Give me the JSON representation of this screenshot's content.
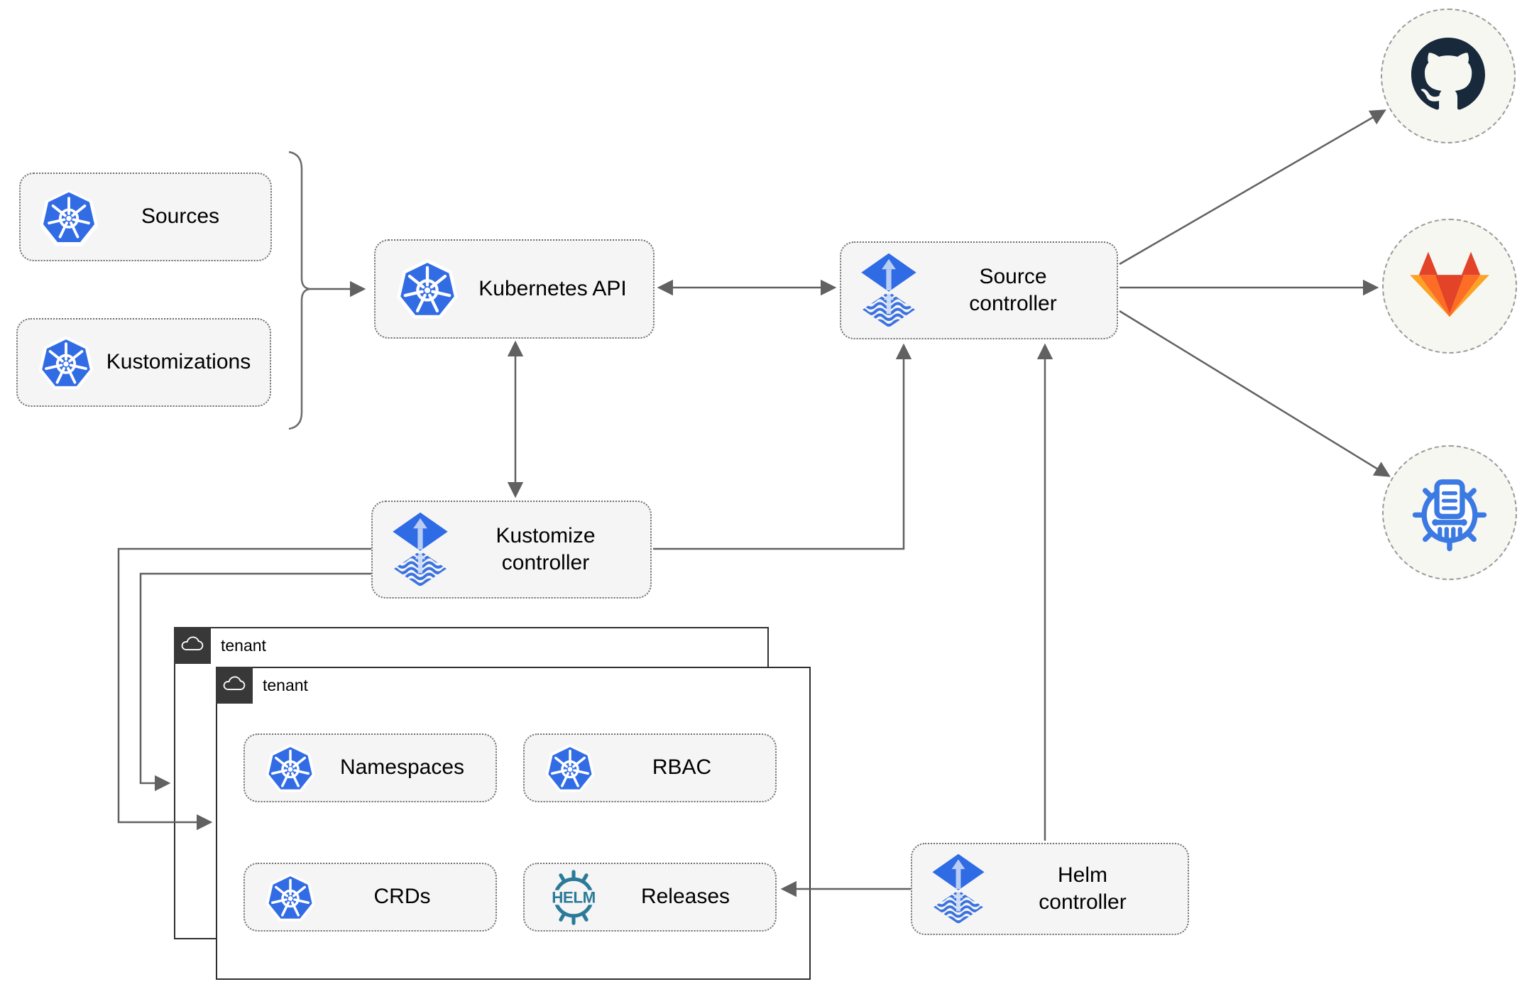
{
  "canvas": {
    "background": "#ffffff"
  },
  "colors": {
    "node_fill": "#f5f5f5",
    "node_border": "#6e6e6e",
    "arrow": "#616161",
    "tenant_border": "#2f2f2f",
    "tenant_badge": "#383838",
    "kubernetes_blue": "#326ce5",
    "flux_blue": "#2e6be5",
    "flux_arrow_light": "#b9cdf4",
    "helm_teal": "#2b7a99",
    "registry_blue": "#3b79e3",
    "github_dark": "#17293b",
    "gitlab_red": "#e24329",
    "gitlab_orange": "#fc6d26",
    "gitlab_light_orange": "#fca326"
  },
  "nodes": {
    "sources": {
      "label": "Sources",
      "icon": "kubernetes"
    },
    "kustomizations": {
      "label": "Kustomizations",
      "icon": "kubernetes"
    },
    "kubernetes_api": {
      "label": "Kubernetes API",
      "icon": "kubernetes"
    },
    "source_controller": {
      "label": "Source controller",
      "icon": "flux"
    },
    "kustomize_controller": {
      "label": "Kustomize controller",
      "icon": "flux"
    },
    "helm_controller": {
      "label": "Helm controller",
      "icon": "flux"
    },
    "tenant_outer": {
      "label": "tenant",
      "icon": "cloud"
    },
    "tenant_inner": {
      "label": "tenant",
      "icon": "cloud"
    },
    "namespaces": {
      "label": "Namespaces",
      "icon": "kubernetes"
    },
    "rbac": {
      "label": "RBAC",
      "icon": "kubernetes"
    },
    "crds": {
      "label": "CRDs",
      "icon": "kubernetes"
    },
    "releases": {
      "label": "Releases",
      "icon": "helm"
    },
    "github": {
      "icon": "github"
    },
    "gitlab": {
      "icon": "gitlab"
    },
    "container_registry": {
      "icon": "container-registry"
    }
  },
  "icons": {
    "helm_wordmark": "HELM"
  },
  "edges": [
    {
      "from": "sources+kustomizations",
      "to": "kubernetes_api",
      "style": "arrow"
    },
    {
      "from": "kubernetes_api",
      "to": "source_controller",
      "style": "double-arrow"
    },
    {
      "from": "kubernetes_api",
      "to": "kustomize_controller",
      "style": "double-arrow"
    },
    {
      "from": "kustomize_controller",
      "to": "source_controller",
      "style": "arrow"
    },
    {
      "from": "helm_controller",
      "to": "source_controller",
      "style": "arrow"
    },
    {
      "from": "kustomize_controller",
      "to": "tenant_inner",
      "style": "arrow"
    },
    {
      "from": "kustomize_controller",
      "to": "tenant_outer",
      "style": "arrow"
    },
    {
      "from": "helm_controller",
      "to": "releases",
      "style": "arrow"
    },
    {
      "from": "source_controller",
      "to": "github",
      "style": "arrow"
    },
    {
      "from": "source_controller",
      "to": "gitlab",
      "style": "arrow"
    },
    {
      "from": "source_controller",
      "to": "container_registry",
      "style": "arrow"
    }
  ]
}
